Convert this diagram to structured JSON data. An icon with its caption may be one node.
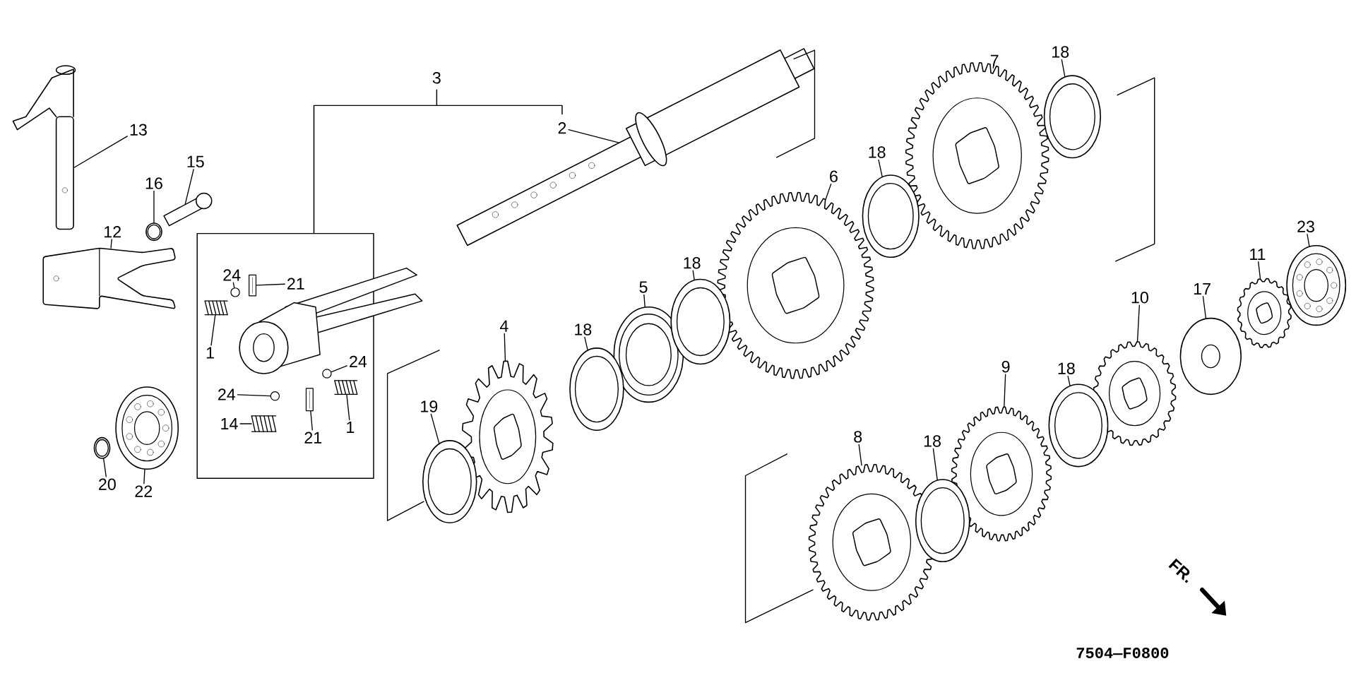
{
  "diagram": {
    "nodes": [
      {
        "text": [
          "13"
        ]
      },
      {
        "text": [],
        "shape": "picture"
      },
      {
        "text": [
          "15"
        ]
      },
      {
        "text": [],
        "shape": "picture"
      },
      {
        "text": [
          "16"
        ]
      },
      {
        "text": [],
        "shape": "picture"
      },
      {
        "text": [
          "12"
        ]
      },
      {
        "text": [],
        "shape": "picture"
      },
      {
        "text": [
          "2"
        ]
      },
      {
        "text": [],
        "shape": "picture"
      },
      {
        "text": [
          "7"
        ]
      },
      {
        "text": [],
        "shape": "picture"
      },
      {
        "text": [
          "18"
        ]
      },
      {
        "text": [],
        "shape": "picture"
      },
      {
        "text": [
          "6"
        ]
      },
      {
        "text": [],
        "shape": "picture"
      },
      {
        "text": [
          "18"
        ]
      },
      {
        "text": [],
        "shape": "picture"
      },
      {
        "text": [
          "24"
        ]
      },
      {
        "text": [],
        "shape": "picture"
      },
      {
        "text": [
          "21"
        ]
      },
      {
        "text": [],
        "shape": "picture"
      },
      {
        "text": [
          "23"
        ]
      },
      {
        "text": [],
        "shape": "picture"
      },
      {
        "text": [
          "11"
        ]
      },
      {
        "text": [],
        "shape": "picture"
      },
      {
        "text": [
          "5"
        ]
      },
      {
        "text": [],
        "shape": "picture"
      },
      {
        "text": [
          "18"
        ]
      },
      {
        "text": [],
        "shape": "picture"
      },
      {
        "text": [
          "10"
        ]
      },
      {
        "text": [],
        "shape": "picture"
      },
      {
        "text": [
          "17"
        ]
      },
      {
        "text": [],
        "shape": "picture"
      },
      {
        "text": [
          "4"
        ]
      },
      {
        "text": [],
        "shape": "picture"
      },
      {
        "text": [
          "18"
        ]
      },
      {
        "text": [],
        "shape": "picture"
      },
      {
        "text": [
          "1"
        ]
      },
      {
        "text": [],
        "shape": "picture"
      },
      {
        "text": [
          "24"
        ]
      },
      {
        "text": [],
        "shape": "picture"
      },
      {
        "text": [
          "18"
        ]
      },
      {
        "text": [],
        "shape": "picture"
      },
      {
        "text": [
          "9"
        ]
      },
      {
        "text": [],
        "shape": "picture"
      },
      {
        "text": [
          "24"
        ]
      },
      {
        "text": [],
        "shape": "picture"
      },
      {
        "text": [
          "1"
        ]
      },
      {
        "text": [],
        "shape": "picture"
      },
      {
        "text": [
          "14"
        ]
      },
      {
        "text": [],
        "shape": "picture"
      },
      {
        "text": [
          "21"
        ]
      },
      {
        "text": [],
        "shape": "picture"
      },
      {
        "text": [
          "19"
        ]
      },
      {
        "text": [],
        "shape": "picture"
      },
      {
        "text": [
          "20"
        ]
      },
      {
        "text": [],
        "shape": "picture"
      },
      {
        "text": [
          "22"
        ]
      },
      {
        "text": [],
        "shape": "picture"
      },
      {
        "text": [
          "8"
        ]
      },
      {
        "text": [],
        "shape": "picture"
      },
      {
        "text": [
          "18"
        ]
      },
      {
        "text": [],
        "shape": "picture"
      }
    ],
    "edges": [
      {
        "from": 0,
        "to": 1,
        "arrow": "none"
      },
      {
        "from": 2,
        "to": 3,
        "arrow": "none"
      },
      {
        "from": 4,
        "to": 5,
        "arrow": "none"
      },
      {
        "from": 6,
        "to": 7,
        "arrow": "none"
      },
      {
        "from": 8,
        "to": 9,
        "arrow": "none"
      },
      {
        "from": 10,
        "to": 11,
        "arrow": "none"
      },
      {
        "from": 12,
        "to": 13,
        "arrow": "none"
      },
      {
        "from": 14,
        "to": 15,
        "arrow": "none"
      },
      {
        "from": 16,
        "to": 17,
        "arrow": "none"
      },
      {
        "from": 18,
        "to": 19,
        "arrow": "none"
      },
      {
        "from": 20,
        "to": 21,
        "arrow": "none"
      },
      {
        "from": 22,
        "to": 23,
        "arrow": "none"
      },
      {
        "from": 24,
        "to": 25,
        "arrow": "none"
      },
      {
        "from": 26,
        "to": 27,
        "arrow": "none"
      },
      {
        "from": 28,
        "to": 29,
        "arrow": "none"
      },
      {
        "from": 30,
        "to": 31,
        "arrow": "none"
      },
      {
        "from": 32,
        "to": 33,
        "arrow": "none"
      },
      {
        "from": 34,
        "to": 35,
        "arrow": "none"
      },
      {
        "from": 36,
        "to": 37,
        "arrow": "none"
      },
      {
        "from": 38,
        "to": 39,
        "arrow": "none"
      },
      {
        "from": 40,
        "to": 41,
        "arrow": "none"
      },
      {
        "from": 42,
        "to": 43,
        "arrow": "none"
      },
      {
        "from": 44,
        "to": 45,
        "arrow": "none"
      },
      {
        "from": 46,
        "to": 47,
        "arrow": "none"
      },
      {
        "from": 48,
        "to": 49,
        "arrow": "none"
      },
      {
        "from": 50,
        "to": 51,
        "arrow": "none"
      },
      {
        "from": 52,
        "to": 53,
        "arrow": "none"
      },
      {
        "from": 54,
        "to": 55,
        "arrow": "none"
      },
      {
        "from": 56,
        "to": 57,
        "arrow": "none"
      },
      {
        "from": 58,
        "to": 59,
        "arrow": "none"
      },
      {
        "from": 60,
        "to": 61,
        "arrow": "none"
      },
      {
        "from": 62,
        "to": 63,
        "arrow": "none"
      }
    ],
    "labels": [
      "3",
      "FR.",
      "7504—F0800"
    ]
  }
}
